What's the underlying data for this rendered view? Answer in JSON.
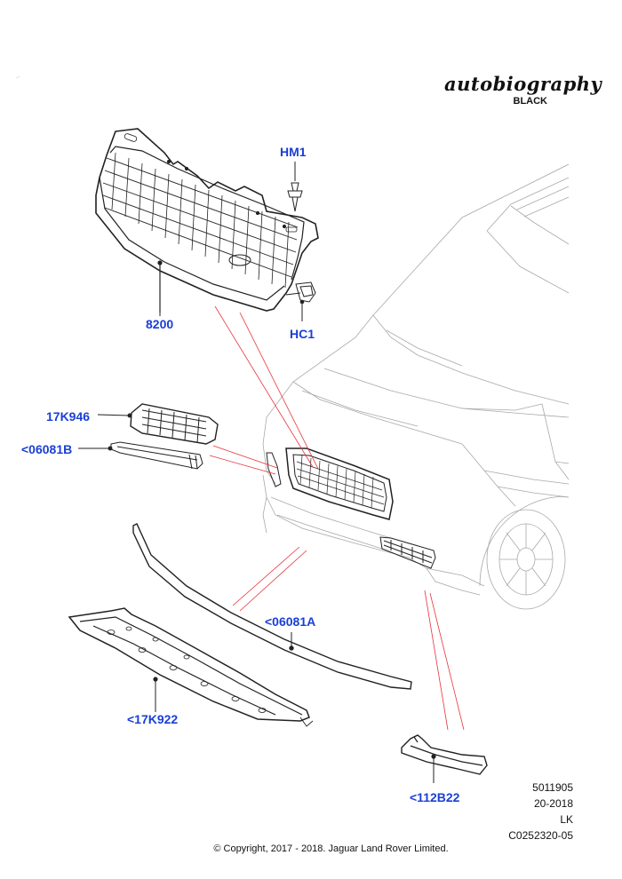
{
  "brand": {
    "script": "autobiography",
    "sub": "BLACK"
  },
  "callouts": {
    "hm1": "HM1",
    "p8200": "8200",
    "hc1": "HC1",
    "p17k946": "17K946",
    "p06081b": "<06081B",
    "p06081a": "<06081A",
    "p17k922": "<17K922",
    "p112b22": "<112B22"
  },
  "footer": {
    "ref1": "5011905",
    "ref2": "20-2018",
    "ref3": "LK",
    "ref4": "C0252320-05",
    "copyright": "© Copyright, 2017 - 2018. Jaguar Land Rover Limited."
  },
  "colors": {
    "callout": "#1a3fd6",
    "leader": "#e8323a",
    "line": "#222222",
    "car_line": "#9a9a9a"
  }
}
